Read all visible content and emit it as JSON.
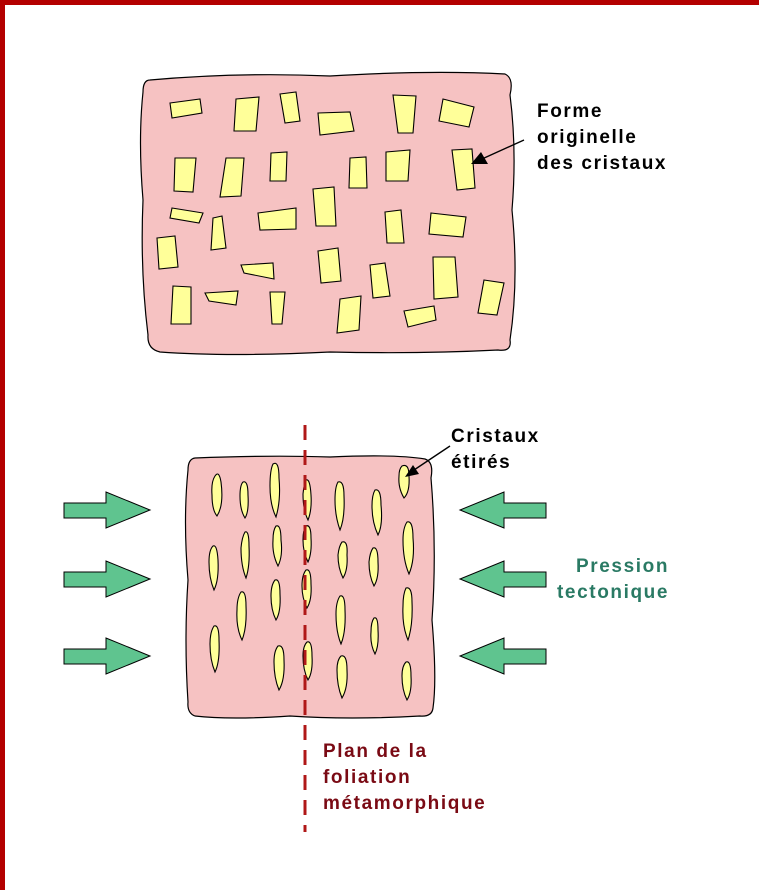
{
  "colors": {
    "frame": "#b40000",
    "rock_fill": "#f6c2c2",
    "crystal_fill": "#ffff99",
    "outline": "#000000",
    "arrow_fill": "#5fc48f",
    "foliation_line": "#b01818",
    "pressure_text": "#2a7a64",
    "foliation_text": "#7a0a14",
    "label_text": "#000000"
  },
  "labels": {
    "original_form": {
      "line1": "Forme",
      "line2": "originelle",
      "line3": "des cristaux"
    },
    "stretched_crystals": {
      "line1": "Cristaux",
      "line2": "étirés"
    },
    "tectonic_pressure": {
      "line1": "Pression",
      "line2": "tectonique"
    },
    "foliation_plane": {
      "line1": "Plan de la",
      "line2": "foliation",
      "line3": "métamorphique"
    }
  },
  "icons": {
    "pressure_arrow": "right-arrow-icon / left-arrow-icon",
    "pointer": "pointer-arrow-icon"
  }
}
